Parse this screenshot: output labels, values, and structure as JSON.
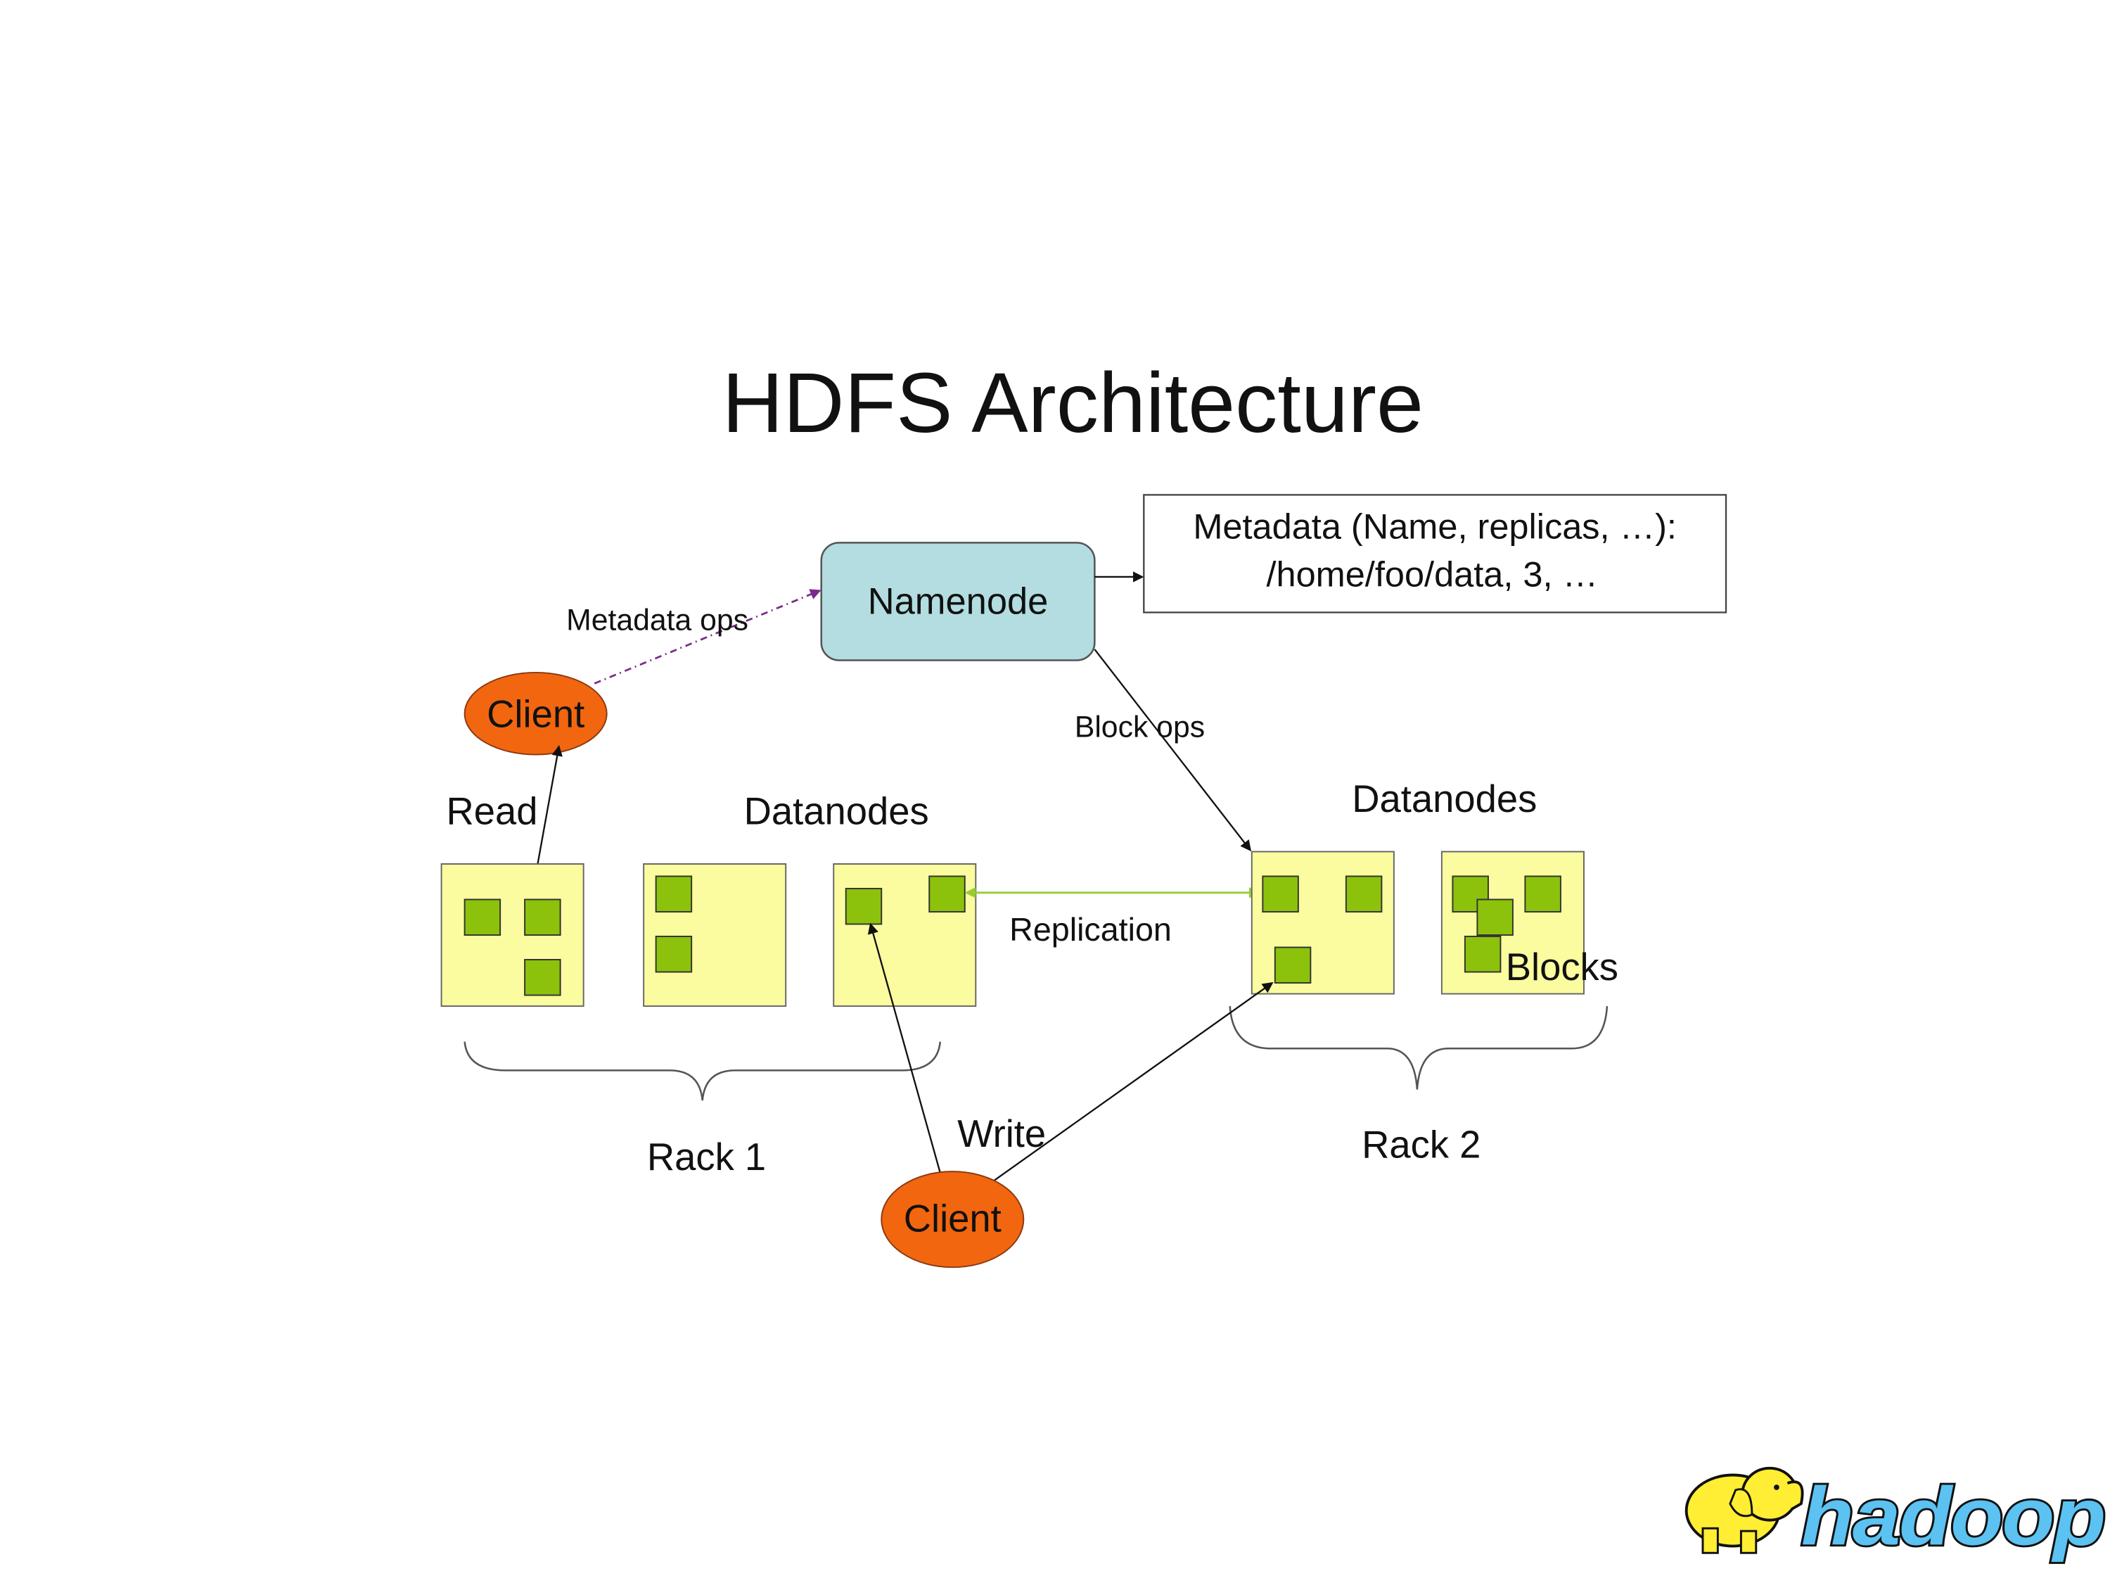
{
  "title": "HDFS Architecture",
  "namenode": {
    "label": "Namenode"
  },
  "metadata": {
    "line1": "Metadata (Name, replicas, …):",
    "line2": "/home/foo/data, 3, …"
  },
  "labels": {
    "metadata_ops": "Metadata ops",
    "block_ops": "Block ops",
    "read": "Read",
    "write": "Write",
    "replication": "Replication",
    "blocks": "Blocks",
    "datanodes_rack1": "Datanodes",
    "datanodes_rack2": "Datanodes",
    "rack1": "Rack 1",
    "rack2": "Rack 2"
  },
  "clients": [
    {
      "label": "Client"
    },
    {
      "label": "Client"
    }
  ],
  "logo": {
    "text": "hadoop"
  },
  "colors": {
    "namenode": "#b3dde0",
    "datanode": "#fbfb9f",
    "block": "#8cc20c",
    "client": "#f2660f",
    "replication": "#99cc33",
    "metadata_ops": "#7a2a8a",
    "logo_blue": "#5bc2f2",
    "logo_elephant": "#ffee33"
  }
}
